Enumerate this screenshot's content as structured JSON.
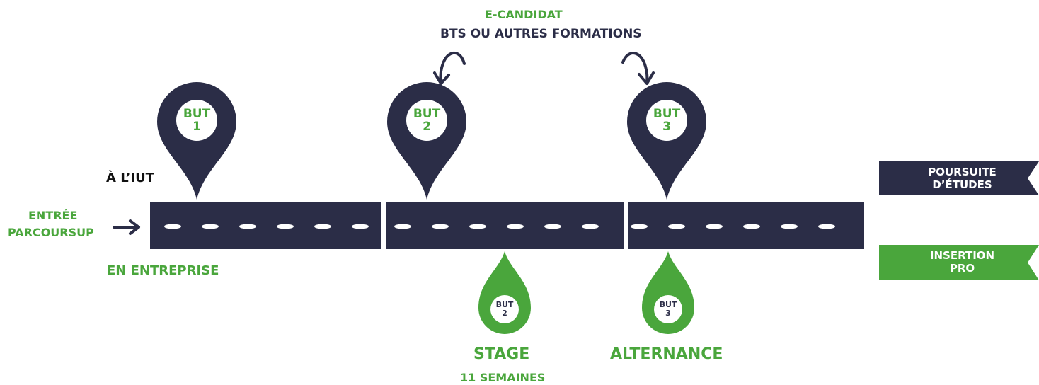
{
  "colors": {
    "navy": "#2b2d47",
    "green": "#4aa63c",
    "black": "#111111",
    "white": "#ffffff"
  },
  "labels": {
    "entree": "ENTRÉE",
    "parcoursup": "PARCOURSUP",
    "a_liut": "À L’IUT",
    "en_entreprise": "EN ENTREPRISE",
    "e_candidat": "E-CANDIDAT",
    "bts": "BTS OU AUTRES FORMATIONS",
    "stage": "STAGE",
    "stage_duration": "11 SEMAINES",
    "alternance": "ALTERNANCE"
  },
  "pins_iut": [
    {
      "title": "BUT",
      "num": "1"
    },
    {
      "title": "BUT",
      "num": "2"
    },
    {
      "title": "BUT",
      "num": "3"
    }
  ],
  "pins_entreprise": [
    {
      "title": "BUT",
      "num": "2"
    },
    {
      "title": "BUT",
      "num": "3"
    }
  ],
  "outcomes": {
    "poursuite": [
      "POURSUITE",
      "D’ÉTUDES"
    ],
    "insertion": [
      "INSERTION",
      "PRO"
    ]
  },
  "icons": [
    "arrow-right-icon",
    "curved-arrow-icon",
    "map-pin-icon",
    "drop-pin-icon"
  ]
}
